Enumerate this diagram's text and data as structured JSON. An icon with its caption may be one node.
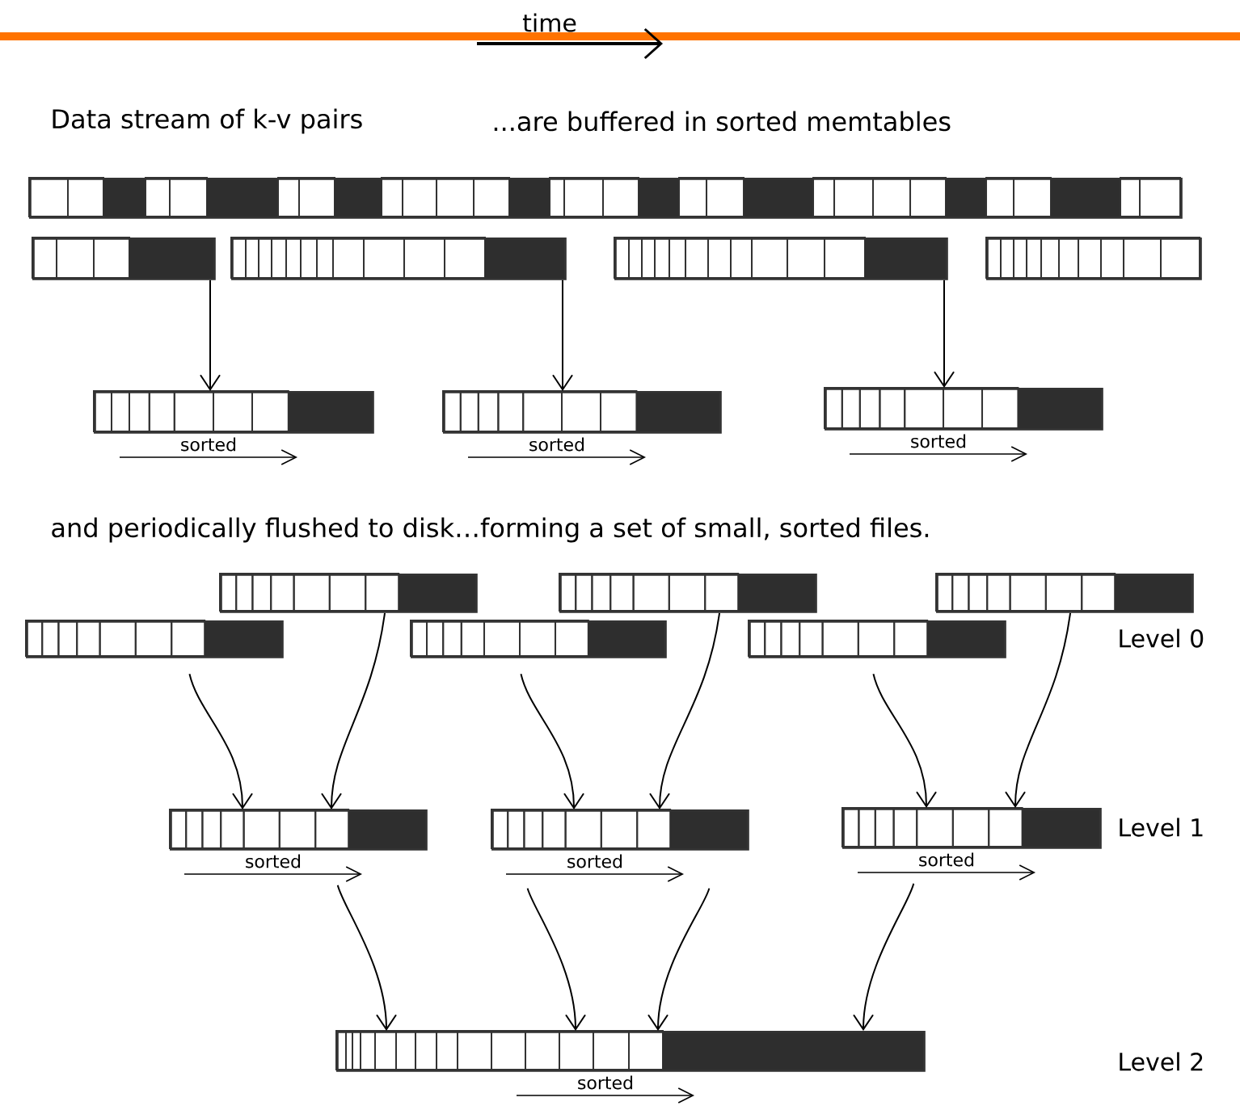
{
  "diagram": {
    "nodes": [
      {
        "text": [],
        "shape": "bar"
      },
      {
        "text": [],
        "shape": "bar"
      },
      {
        "text": [],
        "shape": "bar"
      },
      {
        "text": [],
        "shape": "bar"
      },
      {
        "text": [],
        "shape": "bar"
      },
      {
        "text": [],
        "shape": "bar",
        "beside": [
          "sorted"
        ]
      },
      {
        "text": [],
        "shape": "bar",
        "beside": [
          "sorted"
        ]
      },
      {
        "text": [],
        "shape": "bar",
        "beside": [
          "sorted"
        ]
      },
      {
        "text": [],
        "shape": "bar"
      },
      {
        "text": [],
        "shape": "bar"
      },
      {
        "text": [],
        "shape": "bar"
      },
      {
        "text": [],
        "shape": "bar"
      },
      {
        "text": [],
        "shape": "bar"
      },
      {
        "text": [],
        "shape": "bar"
      },
      {
        "text": [],
        "shape": "bar",
        "beside": [
          "sorted"
        ]
      },
      {
        "text": [],
        "shape": "bar",
        "beside": [
          "sorted"
        ]
      },
      {
        "text": [],
        "shape": "bar",
        "beside": [
          "sorted"
        ]
      },
      {
        "text": [],
        "shape": "bar",
        "beside": [
          "sorted"
        ]
      }
    ],
    "edges": [
      {
        "from": 1,
        "to": 5,
        "arrow": "to"
      },
      {
        "from": 2,
        "to": 6,
        "arrow": "to"
      },
      {
        "from": 3,
        "to": 7,
        "arrow": "to"
      },
      {
        "from": 11,
        "to": 14,
        "arrow": "to"
      },
      {
        "from": 8,
        "to": 14,
        "arrow": "to"
      },
      {
        "from": 12,
        "to": 15,
        "arrow": "to"
      },
      {
        "from": 9,
        "to": 15,
        "arrow": "to"
      },
      {
        "from": 13,
        "to": 16,
        "arrow": "to"
      },
      {
        "from": 10,
        "to": 16,
        "arrow": "to"
      },
      {
        "from": 14,
        "to": 17,
        "arrow": "to"
      },
      {
        "from": 15,
        "to": 17,
        "arrow": "to"
      },
      {
        "from": 15,
        "to": 17,
        "arrow": "to"
      },
      {
        "from": 16,
        "to": 17,
        "arrow": "to"
      }
    ],
    "labels": [
      "time",
      "Data stream of k-v pairs",
      "...are buffered in sorted memtables",
      "and periodically flushed to disk…forming a set of small, sorted files.",
      "Level 0",
      "Level 1",
      "Level 2"
    ]
  }
}
